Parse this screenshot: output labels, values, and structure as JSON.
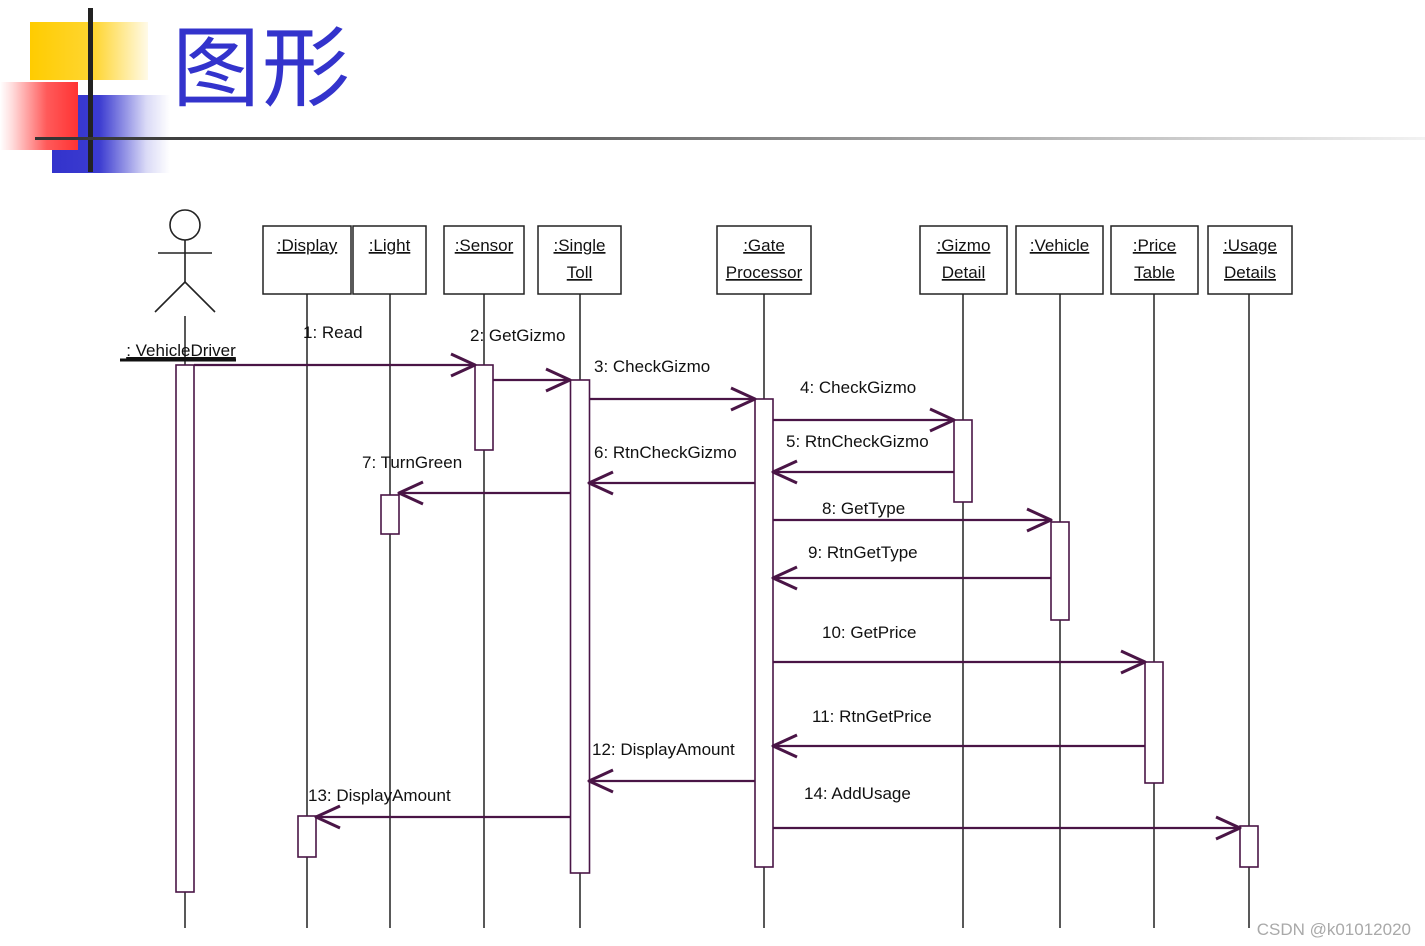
{
  "title": "图形",
  "watermark": "CSDN @k01012020",
  "colors": {
    "diagram": "#4a1546",
    "title": "#3333cc",
    "deco_yellow": "#ffcc00",
    "deco_red": "#ff3333",
    "deco_blue": "#3333cc"
  },
  "actor": {
    "label": ": VehicleDriver",
    "icon": "stick-figure-icon"
  },
  "objects": [
    {
      "key": "display",
      "lines": [
        ":Display"
      ]
    },
    {
      "key": "light",
      "lines": [
        ":Light"
      ]
    },
    {
      "key": "sensor",
      "lines": [
        ":Sensor"
      ]
    },
    {
      "key": "single-toll",
      "lines": [
        ":Single",
        "Toll"
      ]
    },
    {
      "key": "gate-processor",
      "lines": [
        ":Gate",
        "Processor"
      ]
    },
    {
      "key": "gizmo-detail",
      "lines": [
        ":Gizmo",
        "Detail"
      ]
    },
    {
      "key": "vehicle",
      "lines": [
        ":Vehicle"
      ]
    },
    {
      "key": "price-table",
      "lines": [
        ":Price",
        "Table"
      ]
    },
    {
      "key": "usage-details",
      "lines": [
        ":Usage",
        "Details"
      ]
    }
  ],
  "messages": [
    {
      "label": "1: Read",
      "from": "vehicle-driver",
      "to": "sensor"
    },
    {
      "label": "2: GetGizmo",
      "from": "sensor",
      "to": "single-toll"
    },
    {
      "label": "3: CheckGizmo",
      "from": "single-toll",
      "to": "gate-processor"
    },
    {
      "label": "4: CheckGizmo",
      "from": "gate-processor",
      "to": "gizmo-detail"
    },
    {
      "label": "5: RtnCheckGizmo",
      "from": "gizmo-detail",
      "to": "gate-processor"
    },
    {
      "label": "6: RtnCheckGizmo",
      "from": "gate-processor",
      "to": "single-toll"
    },
    {
      "label": "7: TurnGreen",
      "from": "single-toll",
      "to": "light"
    },
    {
      "label": "8: GetType",
      "from": "gate-processor",
      "to": "vehicle"
    },
    {
      "label": "9: RtnGetType",
      "from": "vehicle",
      "to": "gate-processor"
    },
    {
      "label": "10: GetPrice",
      "from": "gate-processor",
      "to": "price-table"
    },
    {
      "label": "11: RtnGetPrice",
      "from": "price-table",
      "to": "gate-processor"
    },
    {
      "label": "12: DisplayAmount",
      "from": "gate-processor",
      "to": "single-toll"
    },
    {
      "label": "13: DisplayAmount",
      "from": "single-toll",
      "to": "display"
    },
    {
      "label": "14: AddUsage",
      "from": "gate-processor",
      "to": "usage-details"
    }
  ]
}
